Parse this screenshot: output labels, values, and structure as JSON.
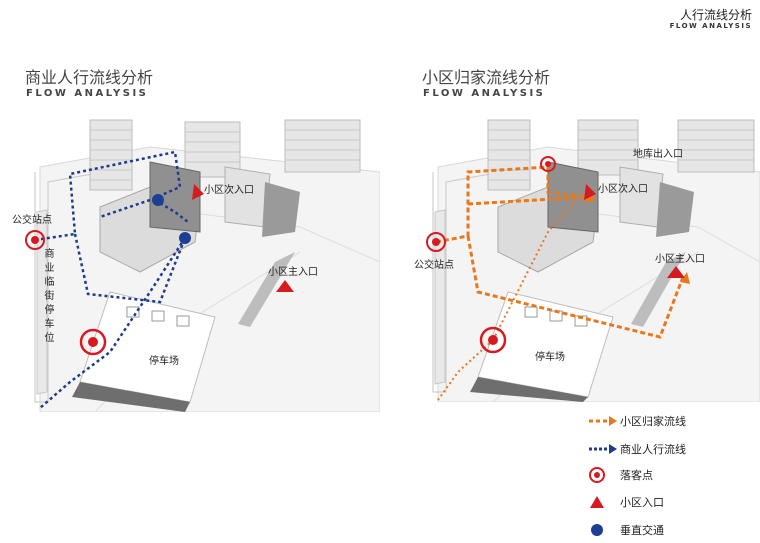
{
  "header": {
    "title": "人行流线分析",
    "subtitle": "FLOW ANALYSIS"
  },
  "left_panel": {
    "title": "商业人行流线分析",
    "subtitle": "FLOW ANALYSIS",
    "labels": {
      "bus_stop": "公交站点",
      "secondary_entrance": "小区次入口",
      "main_entrance": "小区主入口",
      "street_parking": "商业临街停车位",
      "parking": "停车场"
    }
  },
  "right_panel": {
    "title": "小区归家流线分析",
    "subtitle": "FLOW ANALYSIS",
    "labels": {
      "garage_exit": "地库出入口",
      "secondary_entrance": "小区次入口",
      "bus_stop": "公交站点",
      "main_entrance": "小区主入口",
      "parking": "停车场"
    }
  },
  "legend": [
    {
      "icon": "orange-dashed-arrow-icon",
      "label": "小区归家流线"
    },
    {
      "icon": "blue-dotted-arrow-icon",
      "label": "商业人行流线"
    },
    {
      "icon": "drop-point-icon",
      "label": "落客点"
    },
    {
      "icon": "red-triangle-icon",
      "label": "小区入口"
    },
    {
      "icon": "blue-dot-icon",
      "label": "垂直交通"
    }
  ],
  "colors": {
    "orange_flow": "#e8781c",
    "blue_flow": "#1e3c8c",
    "red_marker": "#d71920",
    "blue_dot": "#1c3f94"
  }
}
